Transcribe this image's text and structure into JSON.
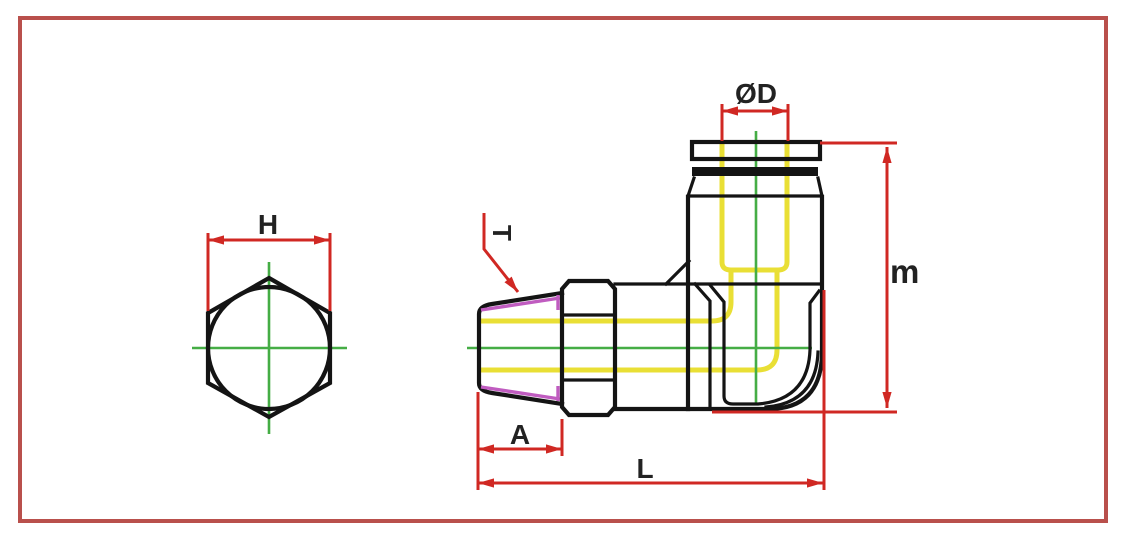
{
  "diagram": {
    "labels": {
      "hex_across_flats": "H",
      "tube_outer_diameter": "ØD",
      "thread_callout": "T",
      "thread_length": "A",
      "overall_length": "L",
      "overall_height": "m"
    },
    "colors": {
      "frame": "#b9504c",
      "dimension": "#d02823",
      "outline": "#141414",
      "centerline": "#45ad45",
      "passage": "#e9df35",
      "thread": "#c05cc0",
      "label": "#222222",
      "background": "#ffffff"
    }
  }
}
